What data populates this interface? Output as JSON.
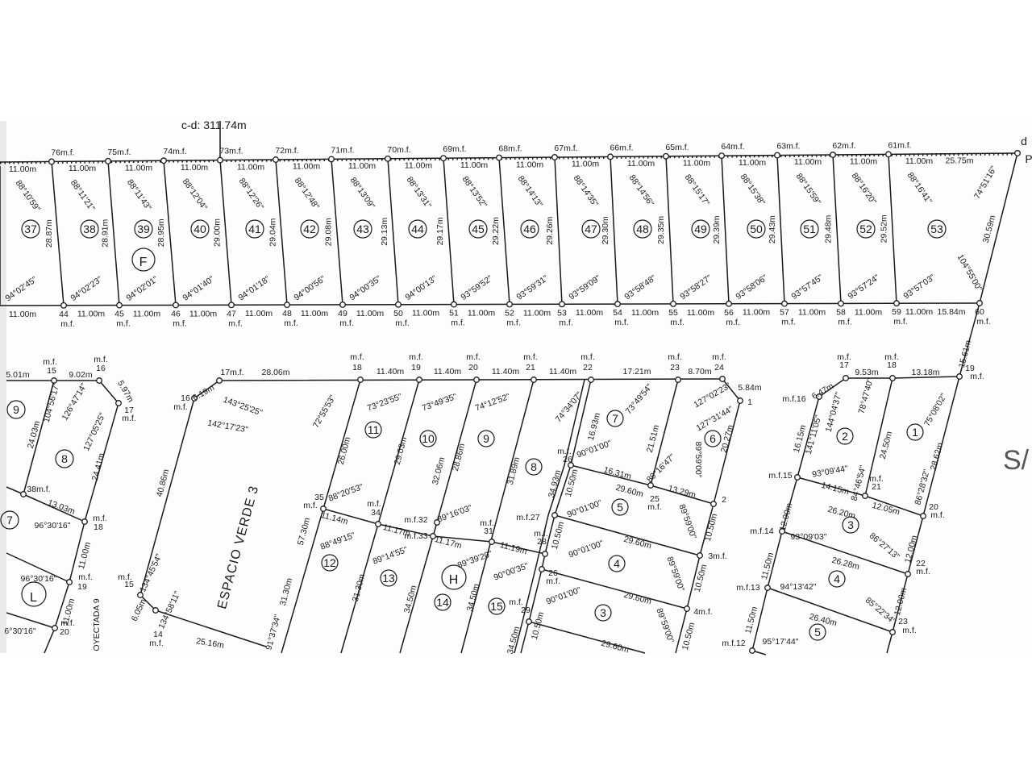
{
  "header": {
    "cd_label": "c-d: 311.74m"
  },
  "block_F": {
    "block_label": "F",
    "top_monuments": [
      "76m.f.",
      "75m.f.",
      "74m.f.",
      "73m.f.",
      "72m.f.",
      "71m.f.",
      "70m.f.",
      "69m.f.",
      "68m.f.",
      "67m.f.",
      "66m.f.",
      "65m.f.",
      "64m.f.",
      "63m.f.",
      "62m.f.",
      "61m.f."
    ],
    "corner_label": "d",
    "corner_label2": "P",
    "top_lengths": [
      "11.00m",
      "11.00m",
      "11.00m",
      "11.00m",
      "11.00m",
      "11.00m",
      "11.00m",
      "11.00m",
      "11.00m",
      "11.00m",
      "11.00m",
      "11.00m",
      "11.00m",
      "11.00m",
      "11.00m",
      "11.00m",
      "11.00m",
      "25.75m"
    ],
    "bottom_monuments": [
      "44",
      "45",
      "46",
      "47",
      "48",
      "49",
      "50",
      "51",
      "52",
      "53",
      "54",
      "55",
      "56",
      "57",
      "58",
      "59",
      "60"
    ],
    "bottom_lengths": [
      "11.00m",
      "11.00m",
      "11.00m",
      "11.00m",
      "11.00m",
      "11.00m",
      "11.00m",
      "11.00m",
      "11.00m",
      "11.00m",
      "11.00m",
      "11.00m",
      "11.00m",
      "11.00m",
      "11.00m",
      "11.00m",
      "11.00m",
      "15.84m"
    ],
    "mf_label": "m.f.",
    "lots": [
      "37",
      "38",
      "39",
      "40",
      "41",
      "42",
      "43",
      "44",
      "45",
      "46",
      "47",
      "48",
      "49",
      "50",
      "51",
      "52",
      "53"
    ],
    "side_lengths": [
      "28.87m",
      "28.91m",
      "28.95m",
      "29.00m",
      "29.04m",
      "29.08m",
      "29.13m",
      "29.17m",
      "29.22m",
      "29.26m",
      "29.30m",
      "29.35m",
      "29.39m",
      "29.43m",
      "29.48m",
      "29.52m"
    ],
    "top_angles": [
      "88°10'59\"",
      "88°11'21\"",
      "88°11'43\"",
      "88°12'04\"",
      "88°12'26\"",
      "88°12'48\"",
      "88°13'09\"",
      "88°13'31\"",
      "88°13'52\"",
      "88°14'13\"",
      "88°14'35\"",
      "88°14'56\"",
      "88°15'17\"",
      "88°15'38\"",
      "88°15'59\"",
      "88°16'20\"",
      "88°16'41\""
    ],
    "bottom_angles": [
      "94°02'45\"",
      "94°02'23\"",
      "94°02'01\"",
      "94°01'40\"",
      "94°01'18\"",
      "94°00'56\"",
      "94°00'35\"",
      "94°00'13\"",
      "93°59'52\"",
      "93°59'31\"",
      "93°59'09\"",
      "93°58'48\"",
      "93°58'27\"",
      "93°58'06\"",
      "93°57'45\"",
      "93°57'24\"",
      "93°57'03\""
    ],
    "east_side": {
      "angle_top": "74°51'16\"",
      "length": "30.59m",
      "angle_bottom": "104°55'00\"",
      "diag_length": "15.61m"
    }
  },
  "lower_left": {
    "lots": [
      "9",
      "8",
      "7",
      "L"
    ],
    "labels": [
      "5.01m",
      "m.f.",
      "15",
      "9.02m",
      "m.f.",
      "16",
      "5.97m",
      "17",
      "m.f.",
      "104°56'17\"",
      "126°47'14\"",
      "127°05'25\"",
      "24.03m",
      "24.41m",
      "38m.f.",
      "13.03m",
      "96°30'16\"",
      "m.f.",
      "18",
      "11.00m",
      "96°30'16\"",
      "m.f.",
      "19",
      "11.00m",
      "6°30'16\"",
      "m.f.",
      "20",
      "OYECTADA 9"
    ]
  },
  "espacio_verde": {
    "title": "ESPACIO VERDE 3",
    "labels": [
      "6.19m",
      "17m.f.",
      "28.06m",
      "16",
      "m.f.",
      "143°25'25\"",
      "142°17'23\"",
      "40.86m",
      "m.f.",
      "15",
      "134°45'54\"",
      "134°58'11\"",
      "6.05m",
      "14",
      "m.f.",
      "25.16m",
      "57.30m",
      "31.30m",
      "91°37'34\""
    ]
  },
  "block_H": {
    "block_label": "H",
    "lots": [
      "11",
      "10",
      "9",
      "8",
      "7",
      "6",
      "5",
      "4",
      "3",
      "12",
      "13",
      "14",
      "15"
    ],
    "top_monuments": [
      "18",
      "19",
      "20",
      "21",
      "22",
      "23",
      "24"
    ],
    "top_lengths": [
      "11.40m",
      "11.40m",
      "11.40m",
      "11.40m",
      "17.21m",
      "8.70m"
    ],
    "labels": [
      "72°55'53\"",
      "73°23'55\"",
      "73°49'35\"",
      "74°12'52\"",
      "74°34'07\"",
      "73°49'54\"",
      "127°02'23\"",
      "127°31'44\"",
      "26.00m",
      "29.03m",
      "32.06m",
      "28.86m",
      "31.89m",
      "16.93m",
      "21.51m",
      "20.27m",
      "5.84m",
      "1",
      "35",
      "m.f.",
      "88°20'53\"",
      "11.14m",
      "m.f.",
      "34",
      "88°49'15\"",
      "11.17m",
      "89°14'55\"",
      "31.30m",
      "34.50m",
      "m.f.32",
      "89°16'03\"",
      "m.f.33",
      "11.17m",
      "m.f.",
      "31",
      "89°39'20\"",
      "11.19m",
      "90°00'35\"",
      "34.50m",
      "m.f.",
      "26",
      "90°01'00\"",
      "16.31m",
      "29.60m",
      "89°16'47\"",
      "13.29m",
      "89°59'00\"",
      "25",
      "m.f.",
      "2",
      "34.93m",
      "10.50m",
      "m.f.27",
      "90°01'00\"",
      "29.60m",
      "89°59'00\"",
      "10.50m",
      "3m.f.",
      "m.f.",
      "28",
      "90°01'00\"",
      "10.50m",
      "29.60m",
      "89°59'00\"",
      "10.50m",
      "4m.f.",
      "26",
      "m.f.",
      "m.f.",
      "29",
      "90°01'00\"",
      "10.50m",
      "29.60m",
      "89°59'00\"",
      "10.50m",
      "34.50m"
    ]
  },
  "east_block": {
    "lots": [
      "2",
      "1",
      "3",
      "4",
      "5"
    ],
    "side_text": "S/",
    "labels": [
      "m.f.",
      "17",
      "m.f.",
      "18",
      "9.53m",
      "13.18m",
      "19",
      "m.f.",
      "6.47m",
      "m.f.16",
      "141°11'05\"",
      "144°04'37\"",
      "78°47'40\"",
      "75°08'02\"",
      "16.15m",
      "24.50m",
      "28.62m",
      "m.f.15",
      "93°09'44\"",
      "84°46'54\"",
      "14.15m",
      "m.f.",
      "21",
      "26.20m",
      "12.05m",
      "86°28'32\"",
      "20",
      "m.f.",
      "12.00m",
      "m.f.14",
      "93°09'03\"",
      "86°27'13\"",
      "12.00m",
      "22",
      "m.f.",
      "11.50m",
      "26.28m",
      "m.f.13",
      "94°13'42\"",
      "85°22'34\"",
      "12.00m",
      "23",
      "m.f.",
      "11.50m",
      "26.40m",
      "m.f.12",
      "95°17'44\""
    ]
  }
}
